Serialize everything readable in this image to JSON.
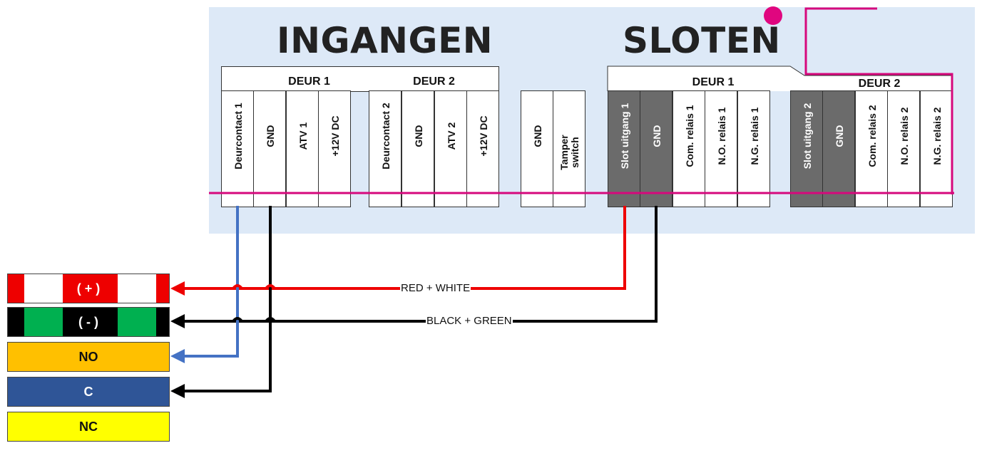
{
  "titles": {
    "inputs": "INGANGEN",
    "locks": "SLOTEN"
  },
  "inputs": {
    "groups": [
      {
        "header": "DEUR 1",
        "terminals": [
          "Deurcontact 1",
          "GND",
          "ATV 1",
          "+12V DC"
        ]
      },
      {
        "header": "DEUR 2",
        "terminals": [
          "Deurcontact 2",
          "GND",
          "ATV 2",
          "+12V DC"
        ]
      },
      {
        "header": "",
        "terminals": [
          "GND",
          "Tamper switch"
        ]
      }
    ]
  },
  "locks": {
    "groups": [
      {
        "header": "DEUR 1",
        "terminals": [
          "Slot uitgang 1",
          "GND",
          "Com. relais 1",
          "N.O. relais 1",
          "N.G. relais 1"
        ]
      },
      {
        "header": "DEUR 2",
        "terminals": [
          "Slot uitgang 2",
          "GND",
          "Com. relais 2",
          "N.O. relais 2",
          "N.G. relais 2"
        ]
      }
    ]
  },
  "connector": {
    "plus": "( + )",
    "minus": "( - )",
    "no": "NO",
    "c": "C",
    "nc": "NC"
  },
  "wire_labels": {
    "red": "RED + WHITE",
    "black": "BLACK + GREEN"
  },
  "colors": {
    "panel": "#dde9f7",
    "magenta": "#d6087c",
    "red_wire": "#ee0000",
    "black_wire": "#000000",
    "blue_wire": "#4472c4",
    "terminal_dark": "#6b6b6b",
    "green": "#00b050",
    "orange": "#ffc000",
    "navy": "#2f5597",
    "yellow": "#ffff00"
  }
}
